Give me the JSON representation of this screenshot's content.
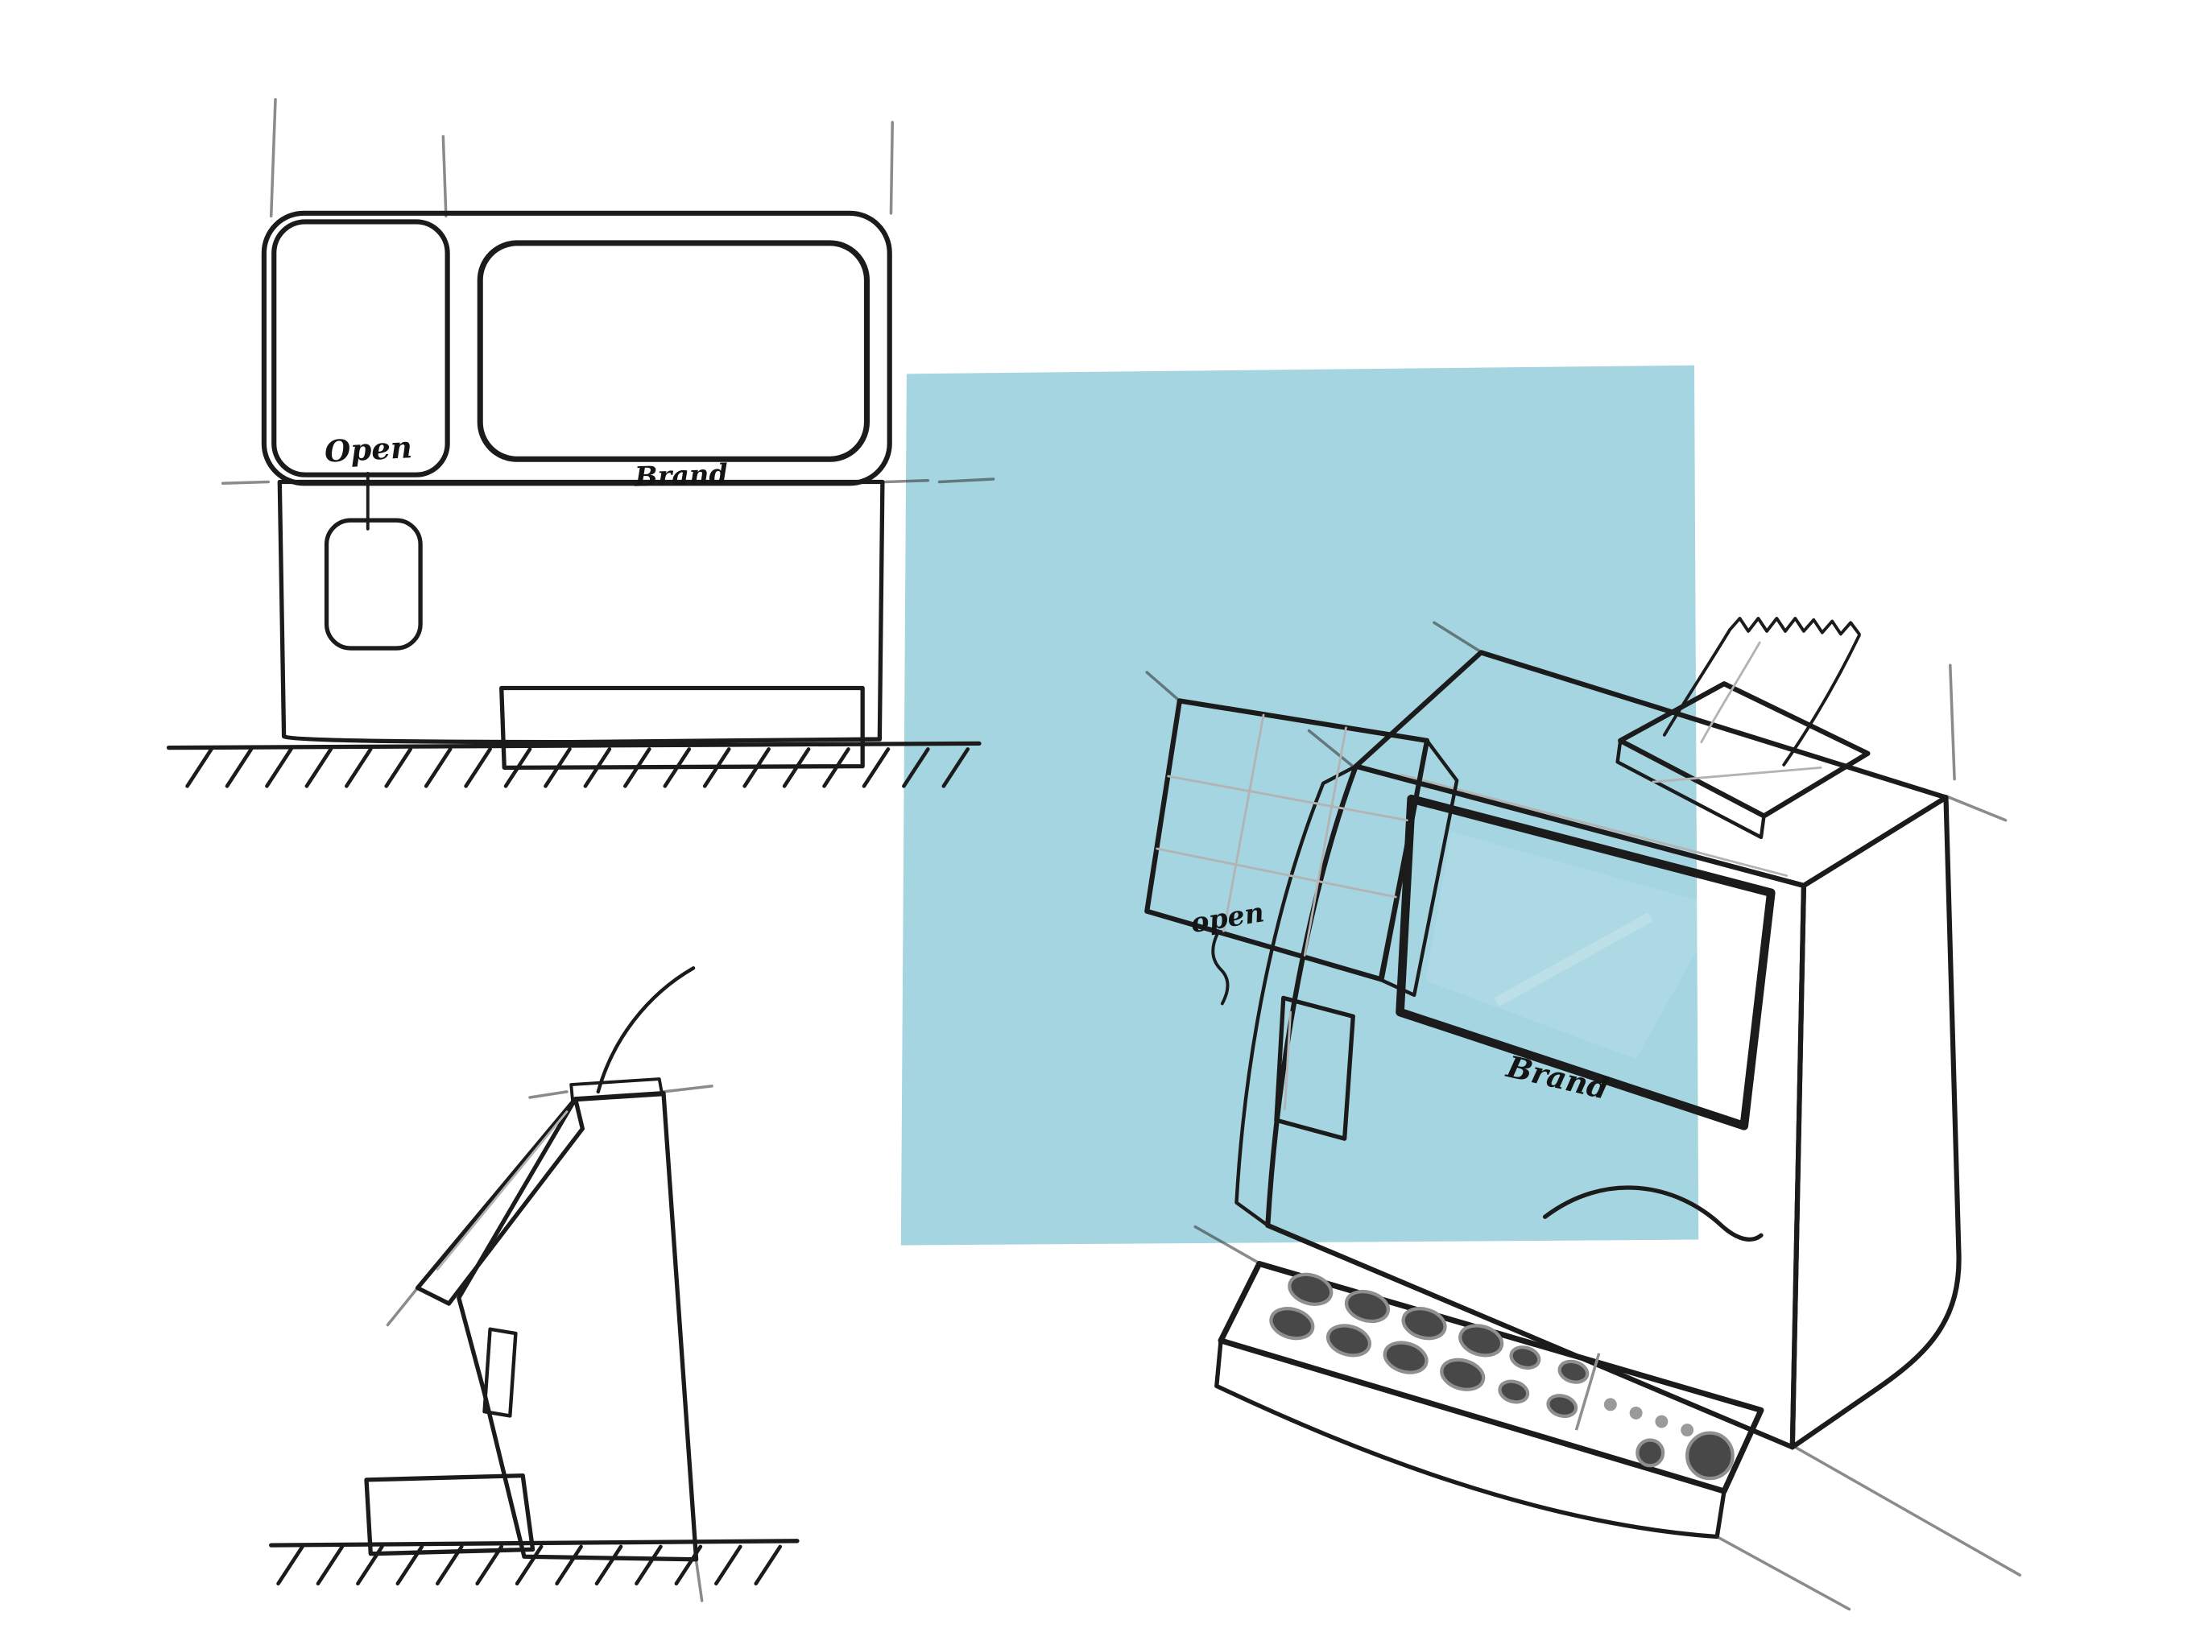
{
  "labels": {
    "front_open": "Open",
    "front_brand": "Brand",
    "persp_open": "open",
    "persp_brand": "Brand"
  },
  "colors": {
    "backdrop": "#a4d5e1",
    "ink": "#1b1b1b",
    "screen_front": "#585858",
    "screen_persp": "#4e4e4e",
    "panel_dark": "#4f4f4f",
    "slab": "#6a6a6a",
    "tray_top": "#3a3a3a",
    "tray_front": "#242424"
  }
}
